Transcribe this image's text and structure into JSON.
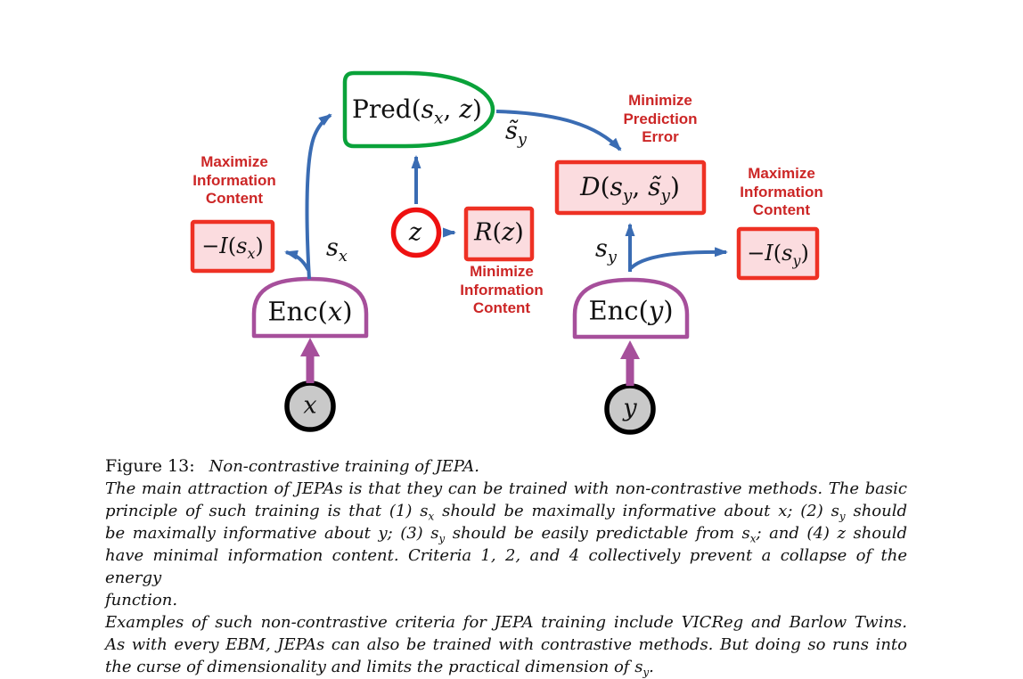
{
  "figure": {
    "colors": {
      "predictor_green": "#0aa23a",
      "encoder_purple": "#a64f9b",
      "cost_red_border": "#ee3124",
      "cost_pink_fill": "#fbdcdf",
      "arrow_blue": "#3a6cb3",
      "annotation_red": "#cc2626",
      "variable_gray_fill": "#c9c9c9",
      "node_black_border": "#000000"
    },
    "nodes": {
      "pred": [
        {
          "t": "Pred("
        },
        {
          "t": "s",
          "it": 1
        },
        {
          "t": "x",
          "it": 1,
          "sub": 1
        },
        {
          "t": ", "
        },
        {
          "t": "z",
          "it": 1
        },
        {
          "t": ")"
        }
      ],
      "s_tilde_y": [
        {
          "t": "s̃",
          "it": 1
        },
        {
          "t": "y",
          "it": 1,
          "sub": 1
        }
      ],
      "d_box": [
        {
          "t": "D",
          "it": 1
        },
        {
          "t": "("
        },
        {
          "t": "s",
          "it": 1
        },
        {
          "t": "y",
          "it": 1,
          "sub": 1
        },
        {
          "t": ", "
        },
        {
          "t": "s̃",
          "it": 1
        },
        {
          "t": "y",
          "it": 1,
          "sub": 1
        },
        {
          "t": ")"
        }
      ],
      "neg_i_sx": [
        {
          "t": "−"
        },
        {
          "t": "I",
          "it": 1
        },
        {
          "t": "("
        },
        {
          "t": "s",
          "it": 1
        },
        {
          "t": "x",
          "it": 1,
          "sub": 1
        },
        {
          "t": ")"
        }
      ],
      "neg_i_sy": [
        {
          "t": "−"
        },
        {
          "t": "I",
          "it": 1
        },
        {
          "t": "("
        },
        {
          "t": "s",
          "it": 1
        },
        {
          "t": "y",
          "it": 1,
          "sub": 1
        },
        {
          "t": ")"
        }
      ],
      "r_z": [
        {
          "t": "R",
          "it": 1
        },
        {
          "t": "("
        },
        {
          "t": "z",
          "it": 1
        },
        {
          "t": ")"
        }
      ],
      "enc_x": [
        {
          "t": "Enc("
        },
        {
          "t": "x",
          "it": 1
        },
        {
          "t": ")"
        }
      ],
      "enc_y": [
        {
          "t": "Enc("
        },
        {
          "t": "y",
          "it": 1
        },
        {
          "t": ")"
        }
      ],
      "s_x": [
        {
          "t": "s",
          "it": 1
        },
        {
          "t": "x",
          "it": 1,
          "sub": 1
        }
      ],
      "s_y": [
        {
          "t": "s",
          "it": 1
        },
        {
          "t": "y",
          "it": 1,
          "sub": 1
        }
      ],
      "x": [
        {
          "t": "x",
          "it": 1
        }
      ],
      "y": [
        {
          "t": "y",
          "it": 1
        }
      ],
      "z": [
        {
          "t": "z",
          "it": 1
        }
      ]
    },
    "annotations": {
      "max_info_left": [
        "Maximize",
        "Information",
        "Content"
      ],
      "min_pred_error": [
        "Minimize",
        "Prediction",
        "Error"
      ],
      "max_info_right": [
        "Maximize",
        "Information",
        "Content"
      ],
      "min_info_content": [
        "Minimize",
        "Information",
        "Content"
      ]
    }
  },
  "caption": {
    "figure_label": "Figure 13:",
    "title": [
      {
        "t": "Non-contrastive training of JEPA."
      }
    ],
    "lines": [
      [
        {
          "t": "The main attraction of JEPAs is that they can be trained with non-contrastive methods.  The basic"
        }
      ],
      [
        {
          "t": "principle of such training is that (1) "
        },
        {
          "t": "s"
        },
        {
          "t": "x",
          "sub": 1
        },
        {
          "t": " should be maximally informative about "
        },
        {
          "t": "x"
        },
        {
          "t": "; (2) "
        },
        {
          "t": "s"
        },
        {
          "t": "y",
          "sub": 1
        },
        {
          "t": " should"
        }
      ],
      [
        {
          "t": "be maximally informative about "
        },
        {
          "t": "y"
        },
        {
          "t": "; (3) "
        },
        {
          "t": "s"
        },
        {
          "t": "y",
          "sub": 1
        },
        {
          "t": " should be easily predictable from "
        },
        {
          "t": "s"
        },
        {
          "t": "x",
          "sub": 1
        },
        {
          "t": "; and (4) "
        },
        {
          "t": "z"
        },
        {
          "t": " should"
        }
      ],
      [
        {
          "t": "have minimal information content.  Criteria 1, 2, and 4 collectively prevent a collapse of the energy"
        }
      ],
      [
        {
          "t": "function."
        }
      ],
      [
        {
          "t": "Examples of such non-contrastive criteria for JEPA training include VICReg and Barlow Twins."
        }
      ],
      [
        {
          "t": "As with every EBM, JEPAs can also be trained with contrastive methods.  But doing so runs into"
        }
      ],
      [
        {
          "t": "the curse of dimensionality and limits the practical dimension of "
        },
        {
          "t": "s"
        },
        {
          "t": "y",
          "sub": 1
        },
        {
          "t": "."
        }
      ]
    ]
  }
}
